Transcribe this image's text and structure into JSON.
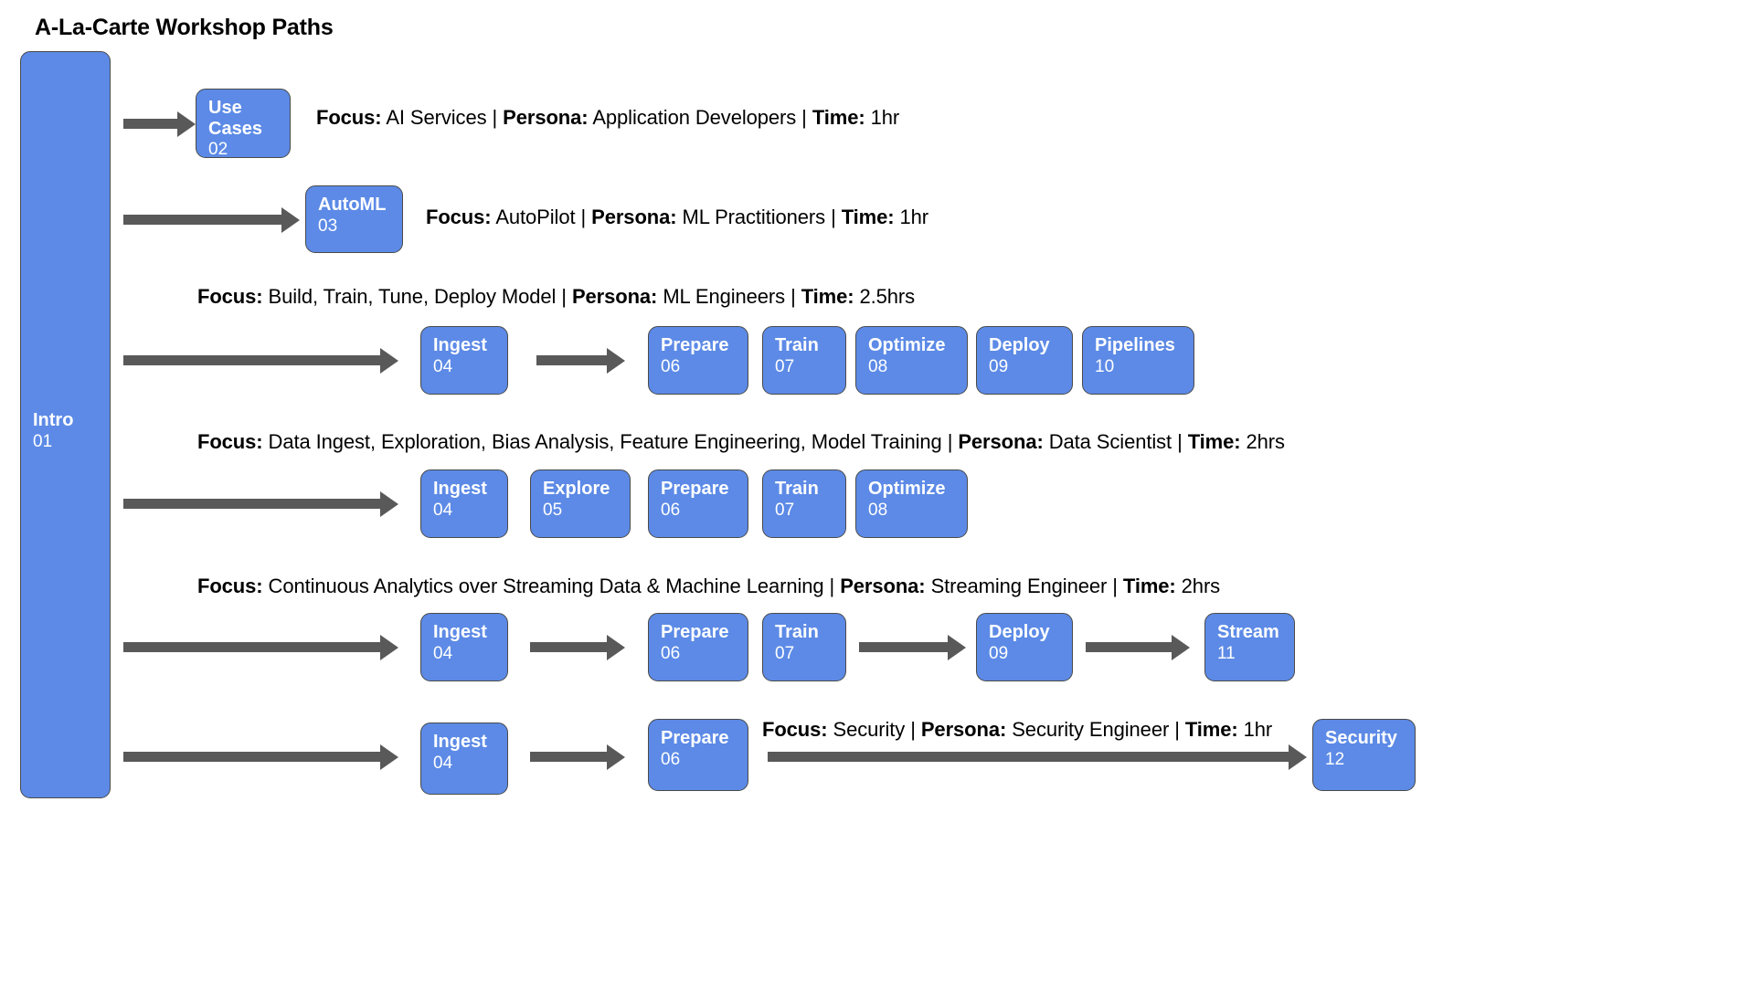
{
  "title": "A-La-Carte Workshop Paths",
  "nodes": {
    "intro": {
      "label": "Intro",
      "num": "01"
    },
    "use_cases": {
      "label": "Use\nCases",
      "num": "02"
    },
    "automl": {
      "label": "AutoML",
      "num": "03"
    },
    "ingest": {
      "label": "Ingest",
      "num": "04"
    },
    "explore": {
      "label": "Explore",
      "num": "05"
    },
    "prepare": {
      "label": "Prepare",
      "num": "06"
    },
    "train": {
      "label": "Train",
      "num": "07"
    },
    "optimize": {
      "label": "Optimize",
      "num": "08"
    },
    "deploy": {
      "label": "Deploy",
      "num": "09"
    },
    "pipelines": {
      "label": "Pipelines",
      "num": "10"
    },
    "stream": {
      "label": "Stream",
      "num": "11"
    },
    "security": {
      "label": "Security",
      "num": "12"
    }
  },
  "labels": {
    "focus": "Focus:",
    "persona": "Persona:",
    "time": "Time:",
    "separator": "|"
  },
  "paths": [
    {
      "id": "ai-services",
      "focus": "AI Services",
      "persona": "Application Developers",
      "time": "1hr",
      "steps": [
        "use_cases"
      ]
    },
    {
      "id": "autopilot",
      "focus": "AutoPilot",
      "persona": "ML Practitioners",
      "time": "1hr",
      "steps": [
        "automl"
      ]
    },
    {
      "id": "ml-engineer",
      "focus": "Build, Train, Tune, Deploy Model ",
      "persona": "ML Engineers",
      "time": "2.5hrs",
      "steps": [
        "ingest",
        "prepare",
        "train",
        "optimize",
        "deploy",
        "pipelines"
      ]
    },
    {
      "id": "data-scientist",
      "focus": "Data Ingest, Exploration, Bias Analysis, Feature Engineering, Model Training ",
      "persona": "Data Scientist",
      "time": "2hrs",
      "steps": [
        "ingest",
        "explore",
        "prepare",
        "train",
        "optimize"
      ]
    },
    {
      "id": "streaming",
      "focus": "Continuous Analytics over Streaming Data & Machine Learning",
      "persona": "Streaming Engineer",
      "time": "2hrs",
      "steps": [
        "ingest",
        "prepare",
        "train",
        "deploy",
        "stream"
      ]
    },
    {
      "id": "security",
      "focus": "Security",
      "persona": "Security Engineer",
      "time": "1hr",
      "steps": [
        "ingest",
        "prepare",
        "security"
      ]
    }
  ],
  "colors": {
    "node_fill": "#5c8ae6",
    "node_stroke": "#4a4a4a",
    "node_text": "#ffffff",
    "arrow": "#595959",
    "background": "#ffffff",
    "text": "#000000"
  }
}
